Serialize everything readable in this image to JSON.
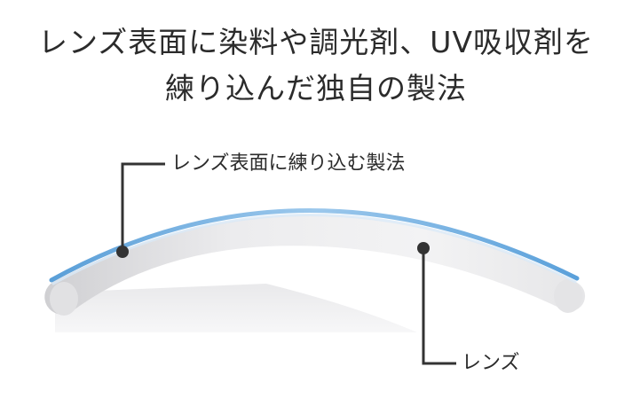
{
  "title": {
    "line1": "レンズ表面に染料や調光剤、UV吸収剤を",
    "line2": "練り込んだ独自の製法"
  },
  "diagram": {
    "coating_label": "レンズ表面に練り込む製法",
    "lens_label": "レンズ",
    "colors": {
      "coating": "#5ba3dd",
      "lens_light": "#f2f2f3",
      "lens_mid": "#e4e4e6",
      "lens_dark": "#c9c9cc",
      "leader": "#333333"
    }
  }
}
